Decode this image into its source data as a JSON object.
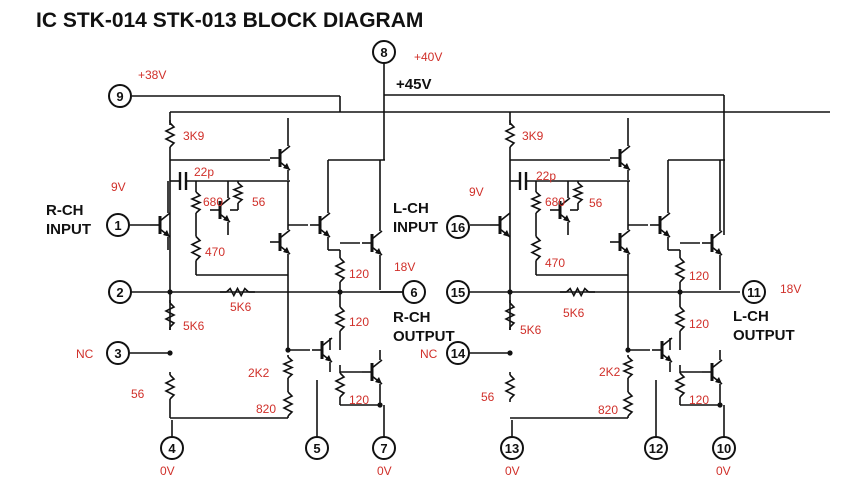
{
  "title": "IC STK-014 STK-013 BLOCK DIAGRAM",
  "supply": {
    "label": "+45V"
  },
  "pins": [
    {
      "id": "pin-9",
      "number": "9"
    },
    {
      "id": "pin-8",
      "number": "8"
    },
    {
      "id": "pin-1",
      "number": "1"
    },
    {
      "id": "pin-2",
      "number": "2"
    },
    {
      "id": "pin-3",
      "number": "3"
    },
    {
      "id": "pin-4",
      "number": "4"
    },
    {
      "id": "pin-5",
      "number": "5"
    },
    {
      "id": "pin-6",
      "number": "6"
    },
    {
      "id": "pin-7",
      "number": "7"
    },
    {
      "id": "pin-16",
      "number": "16"
    },
    {
      "id": "pin-15",
      "number": "15"
    },
    {
      "id": "pin-14",
      "number": "14"
    },
    {
      "id": "pin-13",
      "number": "13"
    },
    {
      "id": "pin-12",
      "number": "12"
    },
    {
      "id": "pin-11",
      "number": "11"
    },
    {
      "id": "pin-10",
      "number": "10"
    }
  ],
  "labels": {
    "r_ch_input_1": "R-CH",
    "r_ch_input_2": "INPUT",
    "l_ch_input_1": "L-CH",
    "l_ch_input_2": "INPUT",
    "r_ch_output_1": "R-CH",
    "r_ch_output_2": "OUTPUT",
    "l_ch_output_1": "L-CH",
    "l_ch_output_2": "OUTPUT"
  },
  "annotations": [
    {
      "id": "v-38",
      "text": "+38V"
    },
    {
      "id": "v-40",
      "text": "+40V"
    },
    {
      "id": "v-9-left",
      "text": "9V"
    },
    {
      "id": "v-9-right",
      "text": "9V"
    },
    {
      "id": "v-18-left",
      "text": "18V"
    },
    {
      "id": "v-18-right",
      "text": "18V"
    },
    {
      "id": "nc-left",
      "text": "NC"
    },
    {
      "id": "nc-right",
      "text": "NC"
    },
    {
      "id": "gnd-4",
      "text": "0V"
    },
    {
      "id": "gnd-7",
      "text": "0V"
    },
    {
      "id": "gnd-13",
      "text": "0V"
    },
    {
      "id": "gnd-10",
      "text": "0V"
    },
    {
      "id": "r-3k9-left",
      "text": "3K9"
    },
    {
      "id": "c-22p-left",
      "text": "22p"
    },
    {
      "id": "r-680-left",
      "text": "680"
    },
    {
      "id": "r-56a-left",
      "text": "56"
    },
    {
      "id": "r-470-left",
      "text": "470"
    },
    {
      "id": "r-120a-left",
      "text": "120"
    },
    {
      "id": "r-120b-left",
      "text": "120"
    },
    {
      "id": "r-120c-left",
      "text": "120"
    },
    {
      "id": "r-5k6a-left",
      "text": "5K6"
    },
    {
      "id": "r-5k6b-left",
      "text": "5K6"
    },
    {
      "id": "r-56b-left",
      "text": "56"
    },
    {
      "id": "r-2k2-left",
      "text": "2K2"
    },
    {
      "id": "r-820-left",
      "text": "820"
    },
    {
      "id": "r-3k9-right",
      "text": "3K9"
    },
    {
      "id": "c-22p-right",
      "text": "22p"
    },
    {
      "id": "r-680-right",
      "text": "680"
    },
    {
      "id": "r-56a-right",
      "text": "56"
    },
    {
      "id": "r-470-right",
      "text": "470"
    },
    {
      "id": "r-120a-right",
      "text": "120"
    },
    {
      "id": "r-120b-right",
      "text": "120"
    },
    {
      "id": "r-120c-right",
      "text": "120"
    },
    {
      "id": "r-5k6a-right",
      "text": "5K6"
    },
    {
      "id": "r-5k6b-right",
      "text": "5K6"
    },
    {
      "id": "r-56b-right",
      "text": "56"
    },
    {
      "id": "r-2k2-right",
      "text": "2K2"
    },
    {
      "id": "r-820-right",
      "text": "820"
    }
  ],
  "colors": {
    "annotation": "#d0302a",
    "ink": "#111111"
  }
}
